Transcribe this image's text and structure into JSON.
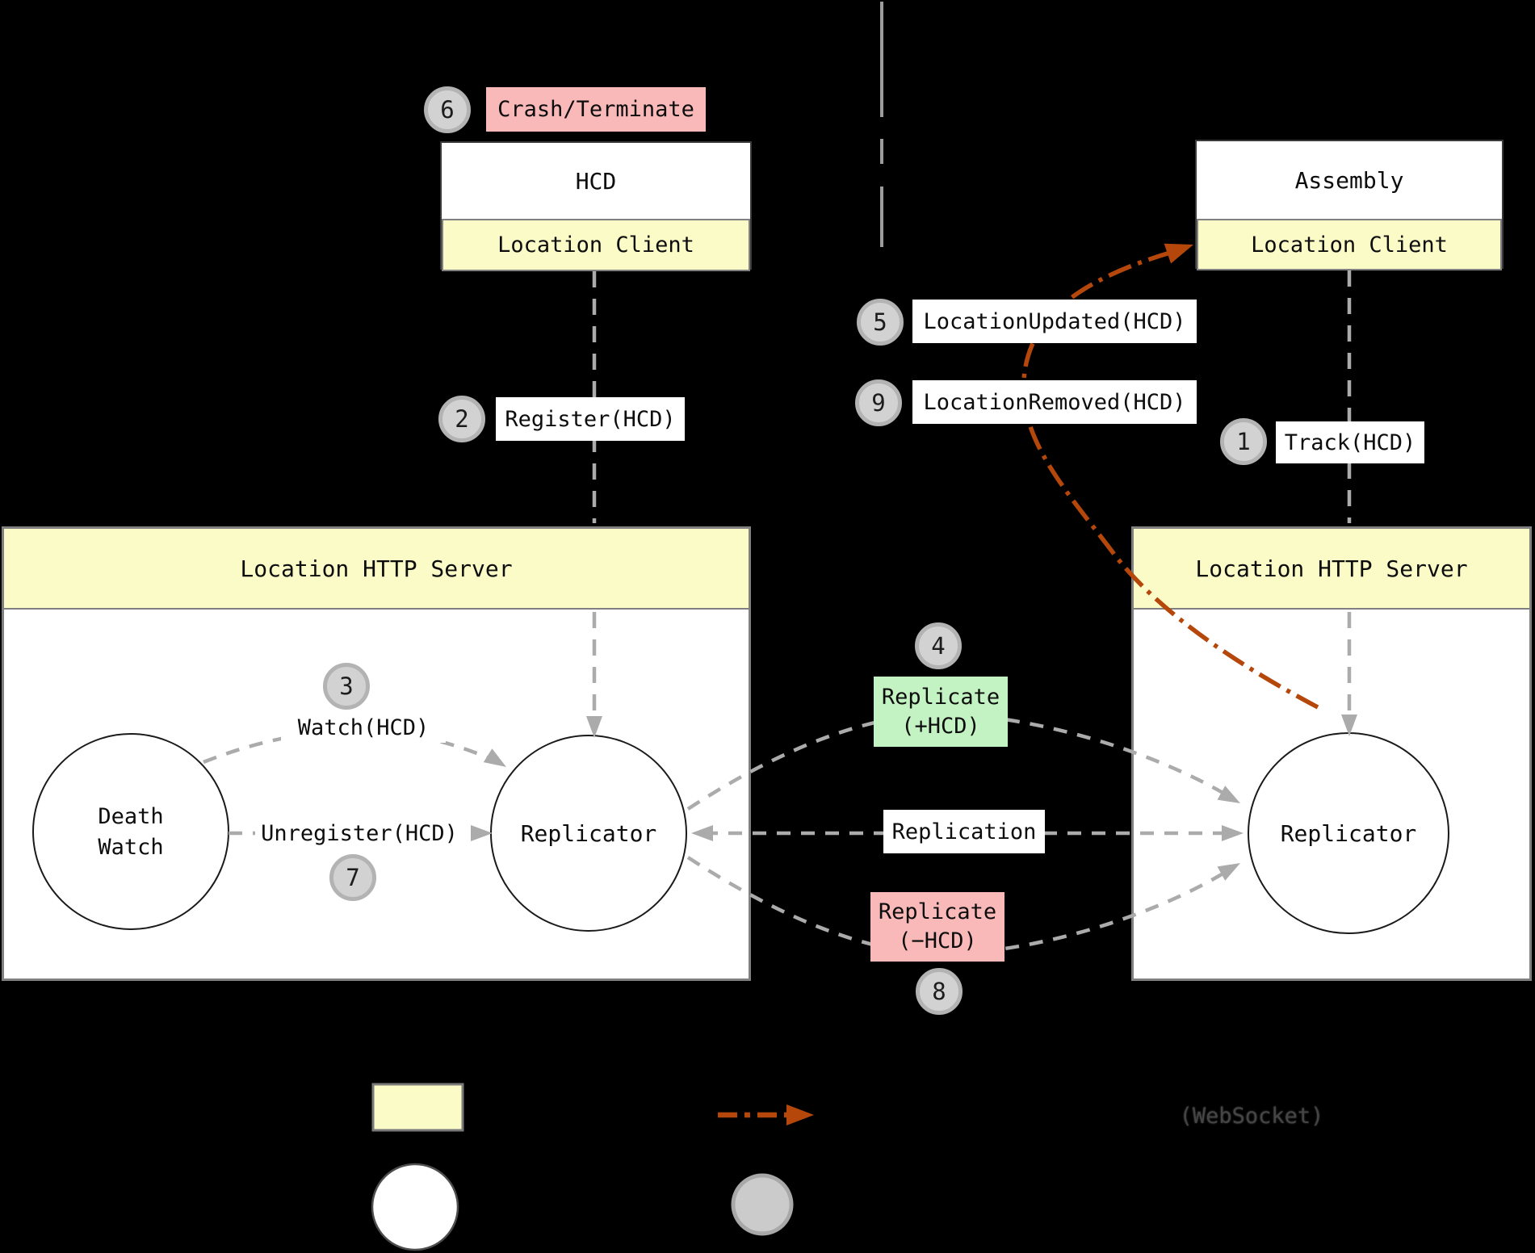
{
  "badges": {
    "b1": "1",
    "b2": "2",
    "b3": "3",
    "b4": "4",
    "b5": "5",
    "b6": "6",
    "b7": "7",
    "b8": "8",
    "b9": "9"
  },
  "hcd": {
    "title": "HCD",
    "client": "Location Client"
  },
  "assembly": {
    "title": "Assembly",
    "client": "Location Client"
  },
  "left_server": {
    "header": "Location HTTP Server",
    "death_watch_line1": "Death",
    "death_watch_line2": "Watch",
    "replicator": "Replicator"
  },
  "right_server": {
    "header": "Location HTTP Server",
    "replicator": "Replicator"
  },
  "messages": {
    "crash": "Crash/Terminate",
    "register": "Register(HCD)",
    "track": "Track(HCD)",
    "location_updated": "LocationUpdated(HCD)",
    "location_removed": "LocationRemoved(HCD)",
    "watch": "Watch(HCD)",
    "unregister": "Unregister(HCD)",
    "replicate_add_line1": "Replicate",
    "replicate_add_line2": "(+HCD)",
    "replication": "Replication",
    "replicate_remove_line1": "Replicate",
    "replicate_remove_line2": "(−HCD)"
  },
  "legend": {
    "websocket": "(WebSocket)"
  },
  "colors": {
    "background": "#000000",
    "component_yellow": "#FBFBC8",
    "crash_pink": "#F9B9B9",
    "replicate_green": "#C3F3C3",
    "arrow_gray": "#ABABAB",
    "websocket_orange": "#B5470B",
    "badge_gray": "#D2D2D2"
  }
}
